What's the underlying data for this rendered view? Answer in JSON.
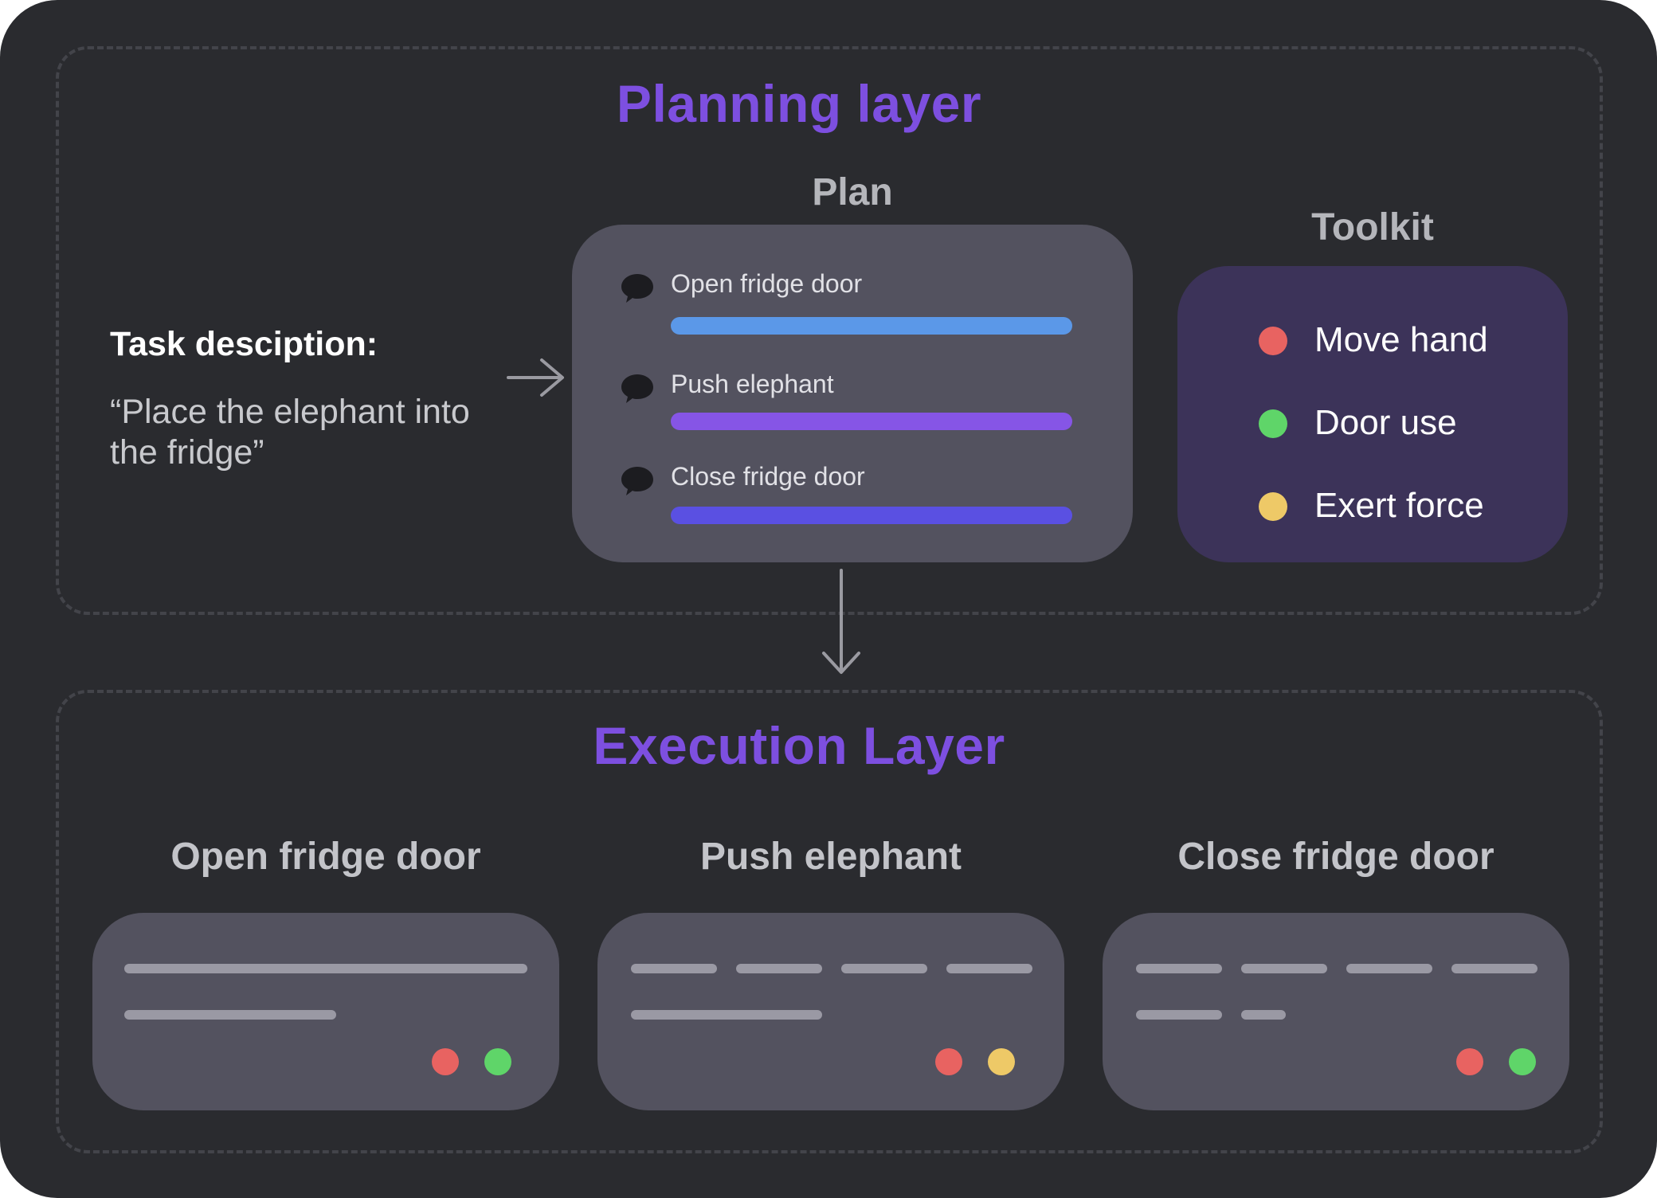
{
  "planning": {
    "title": "Planning layer",
    "task_heading": "Task desciption:",
    "task_text": "“Place the elephant into the fridge”",
    "plan_title": "Plan",
    "plan_steps": [
      {
        "label": "Open fridge door",
        "bar_color": "#5b98e8"
      },
      {
        "label": "Push elephant",
        "bar_color": "#8655e6"
      },
      {
        "label": "Close fridge door",
        "bar_color": "#5a50e2"
      }
    ],
    "toolkit_title": "Toolkit",
    "tools": [
      {
        "label": "Move hand",
        "color": "#e86361",
        "icon": "red-dot"
      },
      {
        "label": "Door use",
        "color": "#5fd569",
        "icon": "green-dot"
      },
      {
        "label": "Exert force",
        "color": "#eec967",
        "icon": "yellow-dot"
      }
    ]
  },
  "execution": {
    "title": "Execution Layer",
    "tasks": [
      {
        "title": "Open fridge door",
        "tools": [
          "Move hand",
          "Door use"
        ]
      },
      {
        "title": "Push elephant",
        "tools": [
          "Move hand",
          "Exert force"
        ]
      },
      {
        "title": "Close fridge door",
        "tools": [
          "Move hand",
          "Door use"
        ]
      }
    ]
  },
  "colors": {
    "background": "#2a2b2f",
    "accent": "#7d4fe0",
    "card": "#53525f",
    "toolkit_card": "#3c3359"
  }
}
